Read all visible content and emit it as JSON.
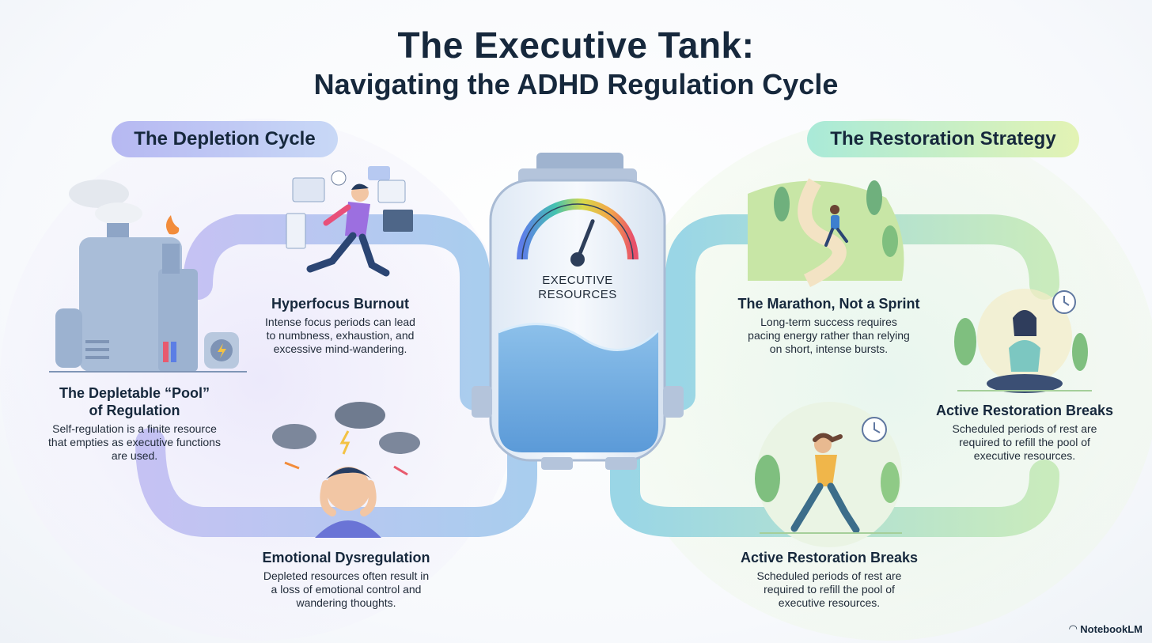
{
  "title": {
    "line1": "The Executive Tank:",
    "line2": "Navigating the ADHD Regulation Cycle"
  },
  "sections": {
    "depletion": "The Depletion Cycle",
    "restoration": "The Restoration Strategy"
  },
  "tank": {
    "label_line1": "EXECUTIVE",
    "label_line2": "RESOURCES",
    "gauge_level": 0.62,
    "fill_level": 0.45
  },
  "depletion_items": [
    {
      "heading": "Hyperfocus Burnout",
      "desc1": "Intense focus periods can lead",
      "desc2": "to numbness, exhaustion, and",
      "desc3": "excessive mind-wandering."
    },
    {
      "heading": "The Depletable “Pool”",
      "heading2": "of Regulation",
      "desc1": "Self-regulation is a finite resource",
      "desc2": "that empties as executive functions",
      "desc3": "are used."
    },
    {
      "heading": "Emotional Dysregulation",
      "desc1": "Depleted resources often result in",
      "desc2": "a loss of emotional control and",
      "desc3": "wandering thoughts."
    }
  ],
  "restoration_items": [
    {
      "heading": "The Marathon, Not a Sprint",
      "desc1": "Long-term success requires",
      "desc2": "pacing energy rather than relying",
      "desc3": "on short, intense bursts."
    },
    {
      "heading": "Active Restoration Breaks",
      "desc1": "Scheduled periods of rest are",
      "desc2": "required to refill the pool of",
      "desc3": "executive resources."
    },
    {
      "heading": "Active Restoration Breaks",
      "desc1": "Scheduled periods of rest are",
      "desc2": "required to refill the pool of",
      "desc3": "executive resources."
    }
  ],
  "brand": "NotebookLM",
  "colors": {
    "title": "#16283c",
    "water": "#6fa9df",
    "pipe_left": "#b9b7ef",
    "pipe_right": "#9fdccb"
  }
}
